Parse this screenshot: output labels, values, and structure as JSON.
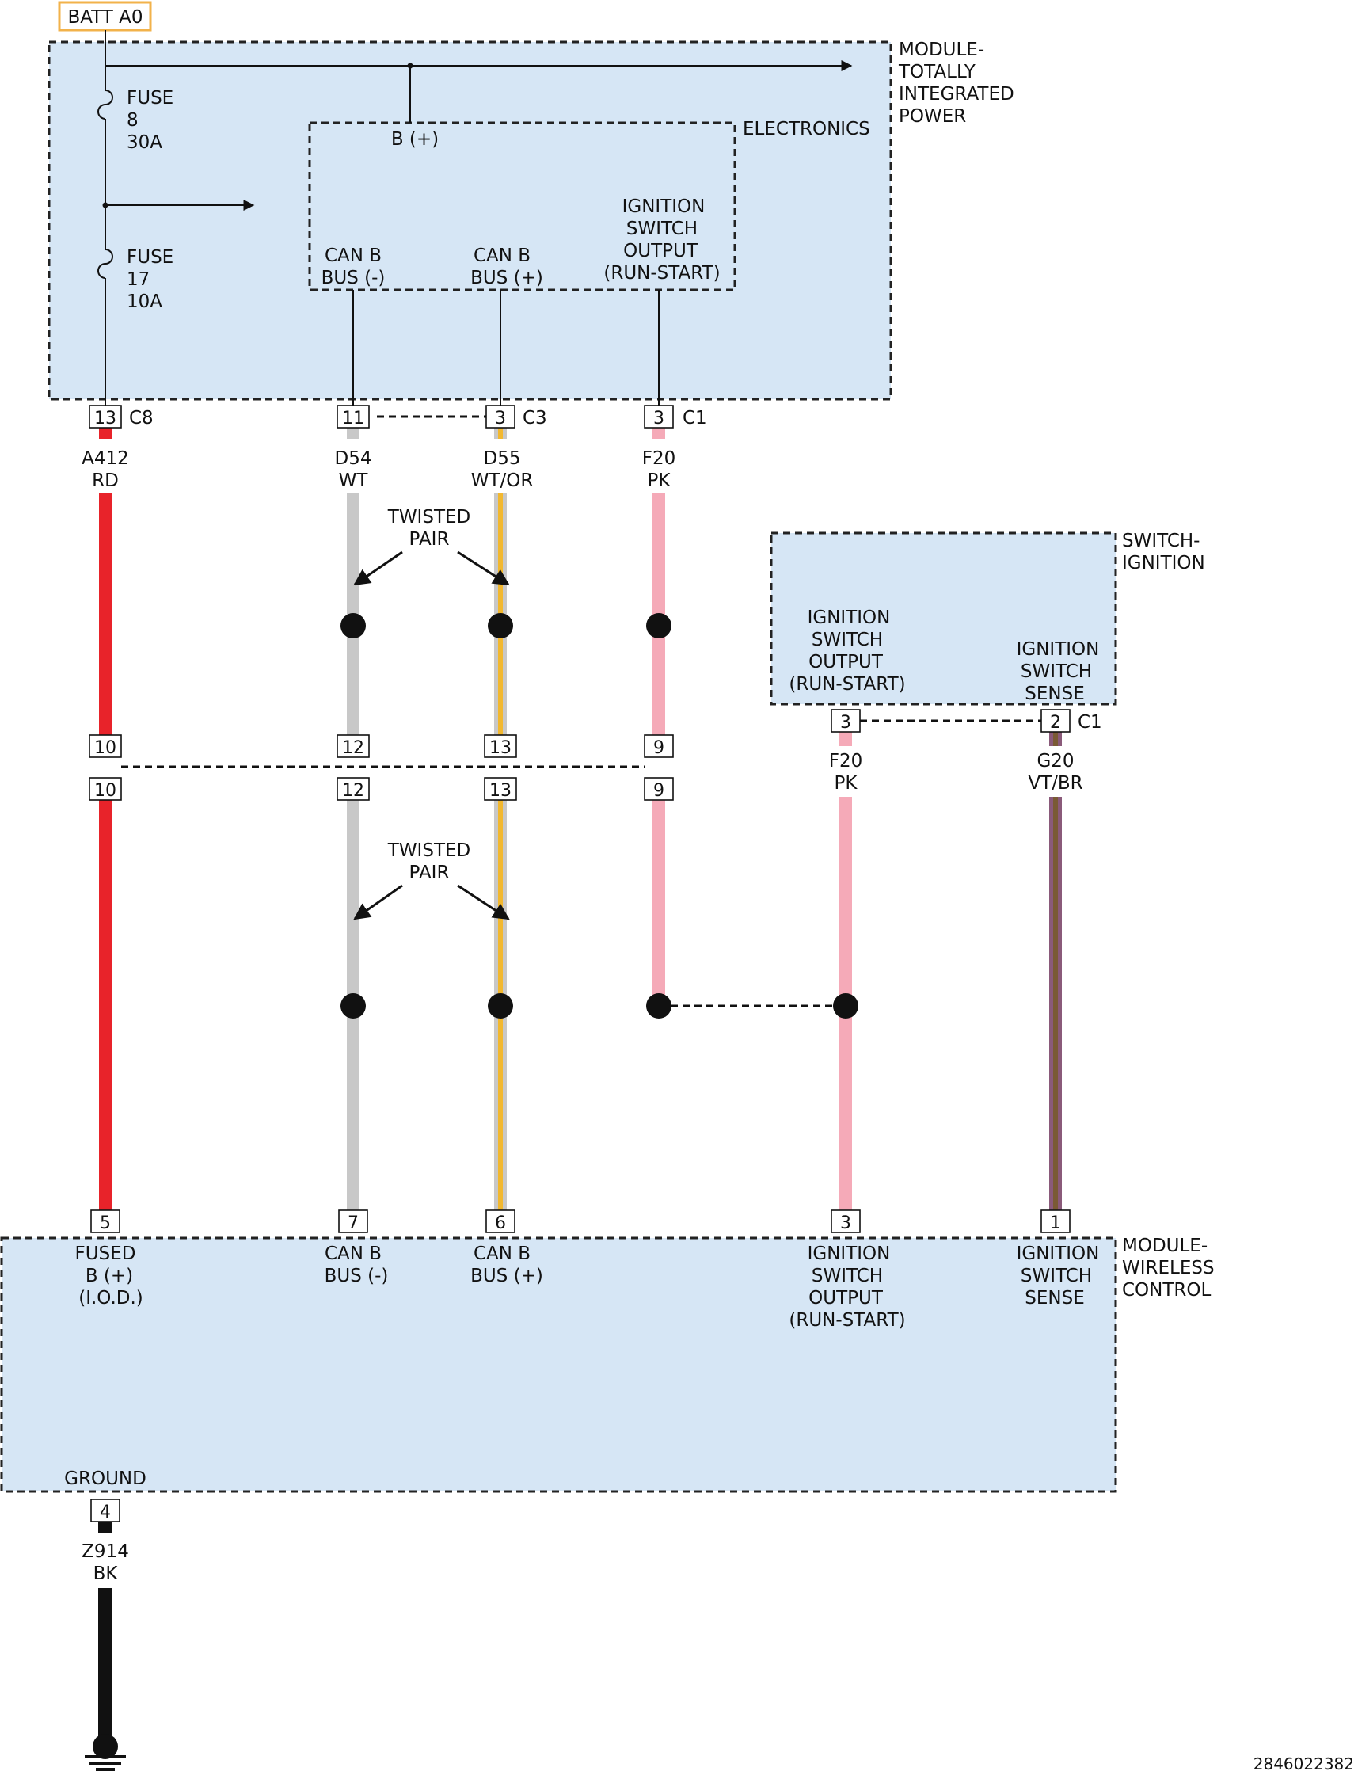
{
  "power": {
    "batt_label": "BATT A0",
    "batt_color": "#f2b24a",
    "tip_module": [
      "MODULE-",
      "TOTALLY",
      "INTEGRATED",
      "POWER"
    ],
    "electronics": "ELECTRONICS",
    "b_plus": "B (+)",
    "fuse8": [
      "FUSE",
      "8",
      "30A"
    ],
    "fuse17": [
      "FUSE",
      "17",
      "10A"
    ],
    "can_minus": [
      "CAN B",
      "BUS (-)"
    ],
    "can_plus": [
      "CAN B",
      "BUS (+)"
    ],
    "ign_out": [
      "IGNITION",
      "SWITCH",
      "OUTPUT",
      "(RUN-START)"
    ]
  },
  "connectors": {
    "c8": "C8",
    "c3": "C3",
    "c1": "C1",
    "c1_switch": "C1"
  },
  "pins": {
    "tip_13": "13",
    "tip_11": "11",
    "tip_3a": "3",
    "tip_3b": "3",
    "inline_10": "10",
    "inline_12": "12",
    "inline_13": "13",
    "inline_9": "9",
    "sw_3": "3",
    "sw_2": "2",
    "wcm_5": "5",
    "wcm_7": "7",
    "wcm_6": "6",
    "wcm_3": "3",
    "wcm_1": "1",
    "wcm_4": "4"
  },
  "wires": [
    {
      "circuit": "A412",
      "color_code": "RD",
      "colors": [
        "#e8232a"
      ]
    },
    {
      "circuit": "D54",
      "color_code": "WT",
      "colors": [
        "#c8c8c8"
      ]
    },
    {
      "circuit": "D55",
      "color_code": "WT/OR",
      "colors": [
        "#c8c8c8",
        "#f2b830"
      ]
    },
    {
      "circuit": "F20",
      "color_code": "PK",
      "colors": [
        "#f5aab8"
      ]
    },
    {
      "circuit": "F20",
      "color_code": "PK",
      "colors": [
        "#f5aab8"
      ]
    },
    {
      "circuit": "G20",
      "color_code": "VT/BR",
      "colors": [
        "#8a5a7a",
        "#7a5a35"
      ]
    },
    {
      "circuit": "Z914",
      "color_code": "BK",
      "colors": [
        "#111111"
      ]
    }
  ],
  "twisted_pair": [
    "TWISTED",
    "PAIR"
  ],
  "switch": {
    "name": [
      "SWITCH-",
      "IGNITION"
    ],
    "ign_out": [
      "IGNITION",
      "SWITCH",
      "OUTPUT",
      "(RUN-START)"
    ],
    "ign_sense": [
      "IGNITION",
      "SWITCH",
      "SENSE"
    ]
  },
  "wcm": {
    "name": [
      "MODULE-",
      "WIRELESS",
      "CONTROL"
    ],
    "fused": [
      "FUSED",
      "B (+)",
      "(I.O.D.)"
    ],
    "can_minus": [
      "CAN B",
      "BUS (-)"
    ],
    "can_plus": [
      "CAN B",
      "BUS (+)"
    ],
    "ign_out": [
      "IGNITION",
      "SWITCH",
      "OUTPUT",
      "(RUN-START)"
    ],
    "ign_sense": [
      "IGNITION",
      "SWITCH",
      "SENSE"
    ],
    "ground": "GROUND"
  },
  "figure_id": "2846022382"
}
